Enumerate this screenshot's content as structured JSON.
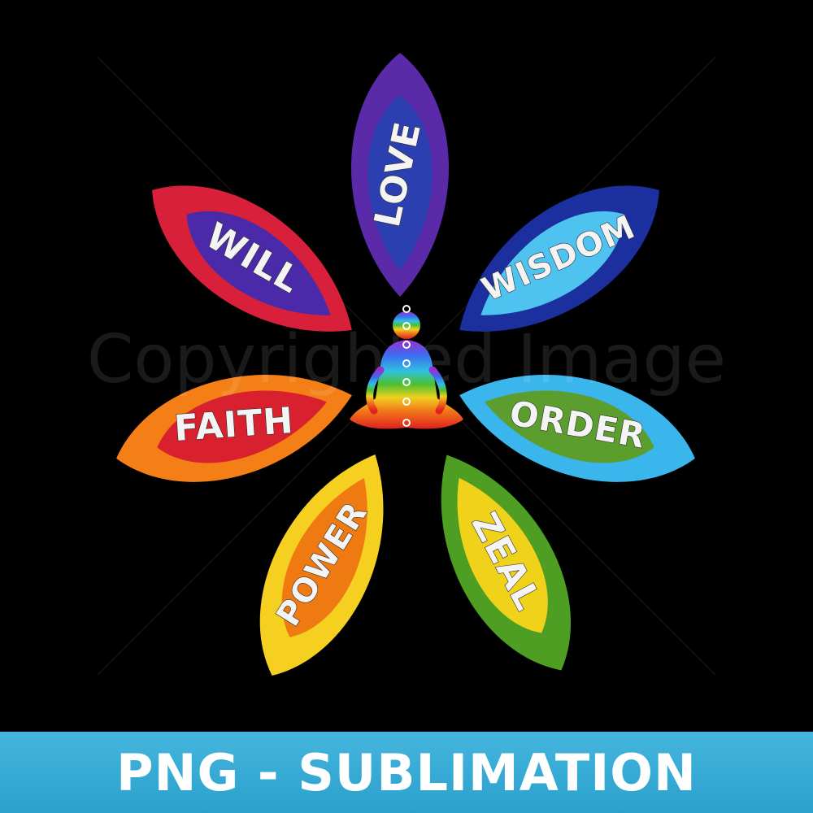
{
  "petals": [
    {
      "word": "LOVE",
      "outer": "#5a2aa8",
      "inner": "#2b3fb0"
    },
    {
      "word": "WISDOM",
      "outer": "#1b2f9e",
      "inner": "#4fc3f0"
    },
    {
      "word": "ORDER",
      "outer": "#3bb6ec",
      "inner": "#5c9e2e"
    },
    {
      "word": "ZEAL",
      "outer": "#4d9e22",
      "inner": "#f0d21a"
    },
    {
      "word": "POWER",
      "outer": "#f5d020",
      "inner": "#f07a12"
    },
    {
      "word": "FAITH",
      "outer": "#f47f16",
      "inner": "#d8202e"
    },
    {
      "word": "WILL",
      "outer": "#d8203a",
      "inner": "#4a2aa8"
    }
  ],
  "watermark": "Copyrighted Image",
  "banner": {
    "text": "PNG - SUBLIMATION",
    "color": "#2aa0cc"
  },
  "figure": {
    "icon": "meditating-figure-icon"
  }
}
